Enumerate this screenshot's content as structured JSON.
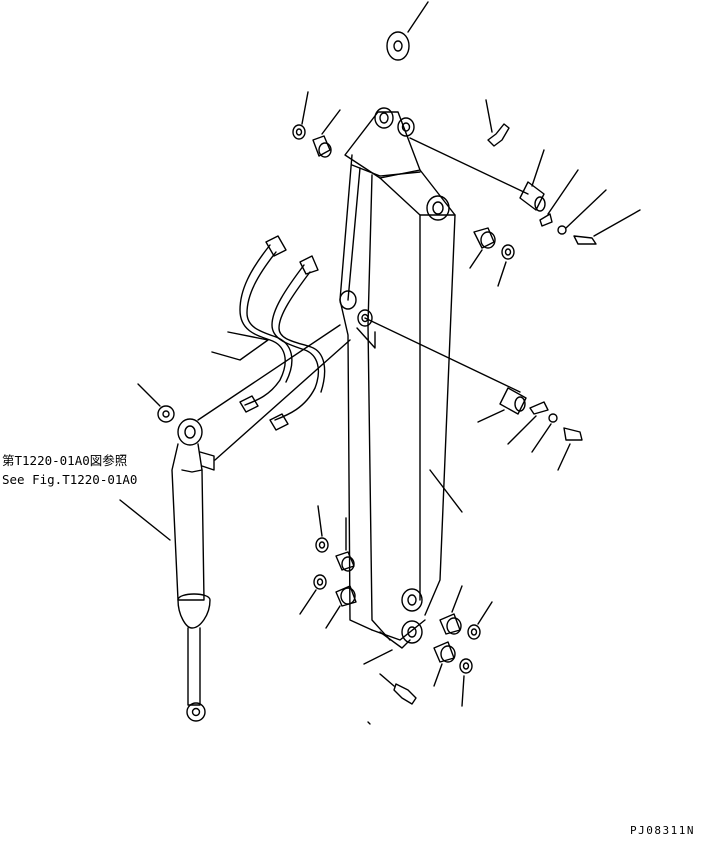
{
  "reference_note": {
    "line_jp": "第T1220-01A0図参照",
    "line_en": "See Fig.T1220-01A0"
  },
  "figure_code": "PJ08311N",
  "colors": {
    "stroke": "#000000",
    "background": "#ffffff"
  }
}
